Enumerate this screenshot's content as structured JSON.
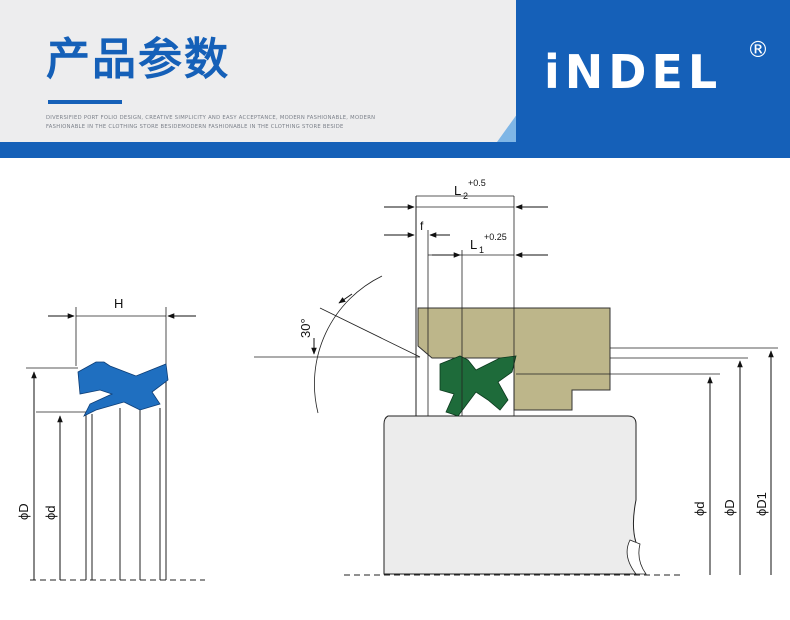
{
  "header": {
    "title": "产品参数",
    "tagline": "DIVERSIFIED PORT FOLIO DESIGN, CREATIVE SIMPLICITY AND EASY ACCEPTANCE, MODERN FASHIONABLE, MODERN FASHIONABLE IN THE CLOTHING STORE BESIDEMODERN FASHIONABLE IN THE CLOTHING STORE BESIDE",
    "brand": "iNDEL",
    "registered": "®"
  },
  "left_diagram": {
    "label_H": "H",
    "label_D": "ϕD",
    "label_d": "ϕd"
  },
  "right_diagram": {
    "label_L2": "L",
    "label_L2_sub": "2",
    "label_L2_tol": "+0.5",
    "label_f": "f",
    "label_L1": "L",
    "label_L1_sub": "1",
    "label_L1_tol": "+0.25",
    "label_angle": "30°",
    "label_d": "ϕd",
    "label_D": "ϕD",
    "label_D1": "ϕD1"
  },
  "colors": {
    "brand_blue": "#1560b8",
    "seal_blue": "#1f6fc0",
    "seal_green": "#1e6b3a",
    "housing": "#bdb68a",
    "shaft": "#ececec"
  }
}
